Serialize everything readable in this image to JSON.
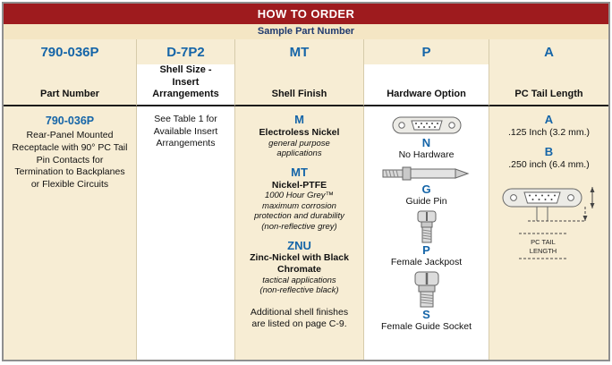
{
  "title": "HOW TO ORDER",
  "sample": {
    "label": "Sample Part Number",
    "codes": [
      "790-036P",
      "D-7P2",
      "MT",
      "P",
      "A"
    ]
  },
  "columns": {
    "part_number": {
      "header": "Part Number",
      "code": "790-036P",
      "description": "Rear-Panel Mounted Receptacle with 90° PC Tail Pin Contacts for Termination to Backplanes or Flexible Circuits"
    },
    "shell_size": {
      "header": "Shell Size - Insert Arrangements",
      "note": "See Table 1 for Available Insert Arrangements"
    },
    "shell_finish": {
      "header": "Shell Finish",
      "options": [
        {
          "code": "M",
          "name": "Electroless Nickel",
          "notes": [
            "general purpose applications"
          ]
        },
        {
          "code": "MT",
          "name": "Nickel-PTFE",
          "notes": [
            "1000 Hour Grey™",
            "maximum corrosion protection and durability",
            "(non-reflective grey)"
          ]
        },
        {
          "code": "ZNU",
          "name": "Zinc-Nickel with Black Chromate",
          "notes": [
            "tactical applications",
            "(non-reflective black)"
          ]
        }
      ],
      "footer": "Additional shell finishes are listed on page C-9."
    },
    "hardware": {
      "header": "Hardware Option",
      "options": [
        {
          "code": "N",
          "name": "No Hardware",
          "icon": "dsub-connector-icon"
        },
        {
          "code": "G",
          "name": "Guide Pin",
          "icon": "guide-pin-icon"
        },
        {
          "code": "P",
          "name": "Female Jackpost",
          "icon": "female-jackpost-icon"
        },
        {
          "code": "S",
          "name": "Female Guide Socket",
          "icon": "female-guide-socket-icon"
        }
      ]
    },
    "pc_tail": {
      "header": "PC Tail Length",
      "options": [
        {
          "code": "A",
          "name": ".125 Inch (3.2 mm.)"
        },
        {
          "code": "B",
          "name": ".250 inch (6.4 mm.)"
        }
      ],
      "diagram_label_line1": "PC TAIL",
      "diagram_label_line2": "LENGTH"
    }
  },
  "colors": {
    "header_bar": "#9e1b1e",
    "cream": "#f7edd4",
    "code_blue": "#1565a8",
    "navy": "#1f3a6e"
  }
}
